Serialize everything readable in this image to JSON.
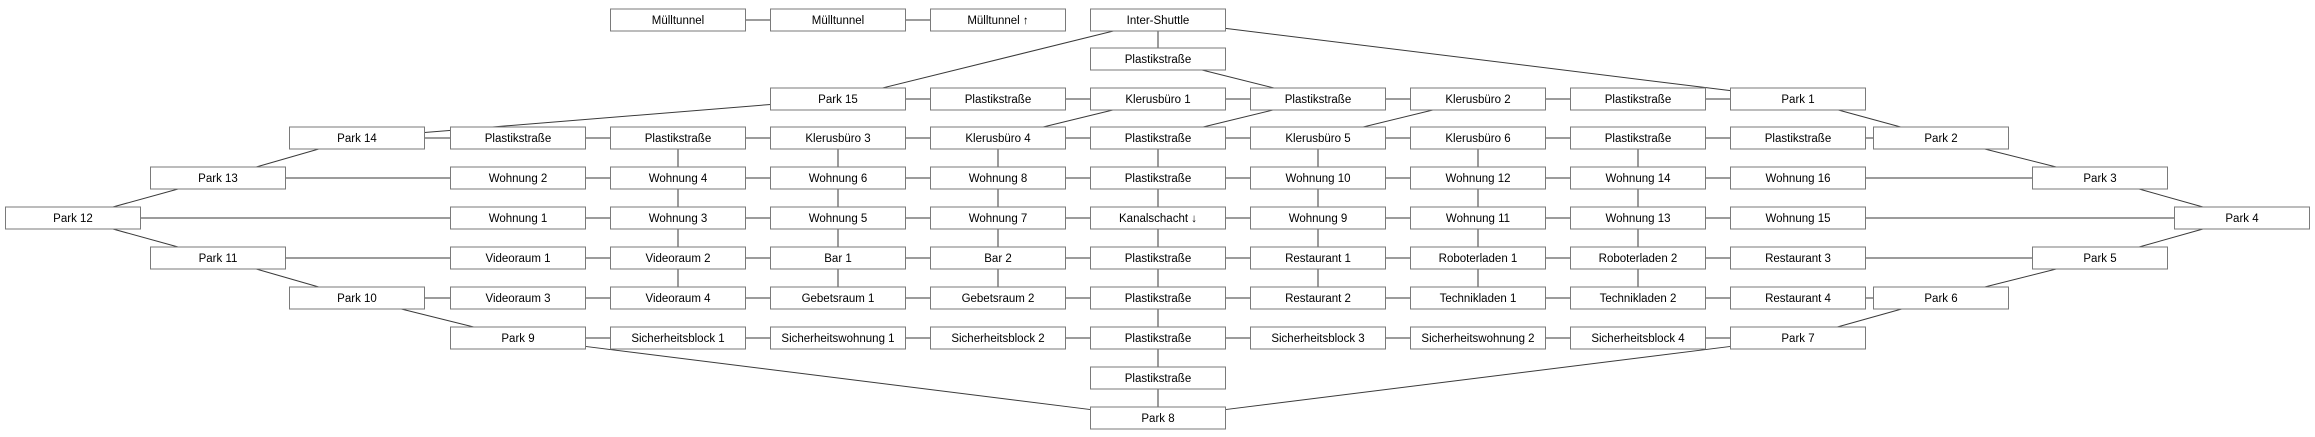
{
  "nodes": {
    "mt1": "Mülltunnel",
    "mt2": "Mülltunnel",
    "mt3": "Mülltunnel ↑",
    "inter": "Inter-Shuttle",
    "ps_top": "Plastikstraße",
    "park15": "Park 15",
    "r2c4": "Plastikstraße",
    "kb1": "Klerusbüro 1",
    "r2c6": "Plastikstraße",
    "kb2": "Klerusbüro 2",
    "r2c8": "Plastikstraße",
    "park1": "Park 1",
    "park14": "Park 14",
    "r3c2": "Plastikstraße",
    "r3c3": "Plastikstraße",
    "kb3": "Klerusbüro 3",
    "kb4": "Klerusbüro 4",
    "r3c6": "Plastikstraße",
    "kb5": "Klerusbüro 5",
    "kb6": "Klerusbüro 6",
    "r3c9": "Plastikstraße",
    "r3c10": "Plastikstraße",
    "park2": "Park 2",
    "park13": "Park 13",
    "w2": "Wohnung 2",
    "w4": "Wohnung 4",
    "w6": "Wohnung 6",
    "w8": "Wohnung 8",
    "r4c6": "Plastikstraße",
    "w10": "Wohnung 10",
    "w12": "Wohnung 12",
    "w14": "Wohnung 14",
    "w16": "Wohnung 16",
    "park3": "Park 3",
    "park12": "Park 12",
    "w1": "Wohnung 1",
    "w3": "Wohnung 3",
    "w5": "Wohnung 5",
    "w7": "Wohnung 7",
    "kanal": "Kanalschacht ↓",
    "w9": "Wohnung 9",
    "w11": "Wohnung 11",
    "w13": "Wohnung 13",
    "w15": "Wohnung 15",
    "park4": "Park 4",
    "park11": "Park 11",
    "vr1": "Videoraum 1",
    "vr2": "Videoraum 2",
    "bar1": "Bar 1",
    "bar2": "Bar 2",
    "r6c6": "Plastikstraße",
    "rest1": "Restaurant 1",
    "rl1": "Roboterladen 1",
    "rl2": "Roboterladen 2",
    "rest3": "Restaurant 3",
    "park5": "Park 5",
    "park10": "Park 10",
    "vr3": "Videoraum 3",
    "vr4": "Videoraum 4",
    "gr1": "Gebetsraum 1",
    "gr2": "Gebetsraum 2",
    "r7c6": "Plastikstraße",
    "rest2": "Restaurant 2",
    "tl1": "Technikladen 1",
    "tl2": "Technikladen 2",
    "rest4": "Restaurant 4",
    "park6": "Park 6",
    "park9": "Park 9",
    "sb1": "Sicherheitsblock 1",
    "sw1": "Sicherheitswohnung 1",
    "sb2": "Sicherheitsblock 2",
    "r8c6": "Plastikstraße",
    "sb3": "Sicherheitsblock 3",
    "sw2": "Sicherheitswohnung 2",
    "sb4": "Sicherheitsblock 4",
    "park7": "Park 7",
    "ps_bottom": "Plastikstraße",
    "park8": "Park 8"
  },
  "edges": [
    [
      "mt1",
      "mt2"
    ],
    [
      "mt2",
      "mt3"
    ],
    [
      "inter",
      "ps_top"
    ],
    [
      "inter",
      "park15"
    ],
    [
      "inter",
      "park1"
    ],
    [
      "ps_top",
      "r2c6"
    ],
    [
      "park15",
      "r2c4"
    ],
    [
      "r2c4",
      "kb1"
    ],
    [
      "kb1",
      "r2c6"
    ],
    [
      "r2c6",
      "kb2"
    ],
    [
      "kb2",
      "r2c8"
    ],
    [
      "r2c8",
      "park1"
    ],
    [
      "park15",
      "park14"
    ],
    [
      "park1",
      "park2"
    ],
    [
      "park14",
      "r3c2"
    ],
    [
      "r3c2",
      "r3c3"
    ],
    [
      "r3c3",
      "kb3"
    ],
    [
      "kb3",
      "kb4"
    ],
    [
      "kb4",
      "r3c6"
    ],
    [
      "r3c6",
      "kb5"
    ],
    [
      "kb5",
      "kb6"
    ],
    [
      "kb6",
      "r3c9"
    ],
    [
      "r3c9",
      "r3c10"
    ],
    [
      "r3c10",
      "park2"
    ],
    [
      "park14",
      "park13"
    ],
    [
      "park2",
      "park3"
    ],
    [
      "park13",
      "w2"
    ],
    [
      "w2",
      "w4"
    ],
    [
      "w4",
      "w6"
    ],
    [
      "w6",
      "w8"
    ],
    [
      "w8",
      "r4c6"
    ],
    [
      "r4c6",
      "w10"
    ],
    [
      "w10",
      "w12"
    ],
    [
      "w12",
      "w14"
    ],
    [
      "w14",
      "w16"
    ],
    [
      "w16",
      "park3"
    ],
    [
      "park13",
      "park12"
    ],
    [
      "park3",
      "park4"
    ],
    [
      "park12",
      "w1"
    ],
    [
      "w1",
      "w3"
    ],
    [
      "w3",
      "w5"
    ],
    [
      "w5",
      "w7"
    ],
    [
      "w7",
      "kanal"
    ],
    [
      "kanal",
      "w9"
    ],
    [
      "w9",
      "w11"
    ],
    [
      "w11",
      "w13"
    ],
    [
      "w13",
      "w15"
    ],
    [
      "w15",
      "park4"
    ],
    [
      "park12",
      "park11"
    ],
    [
      "park4",
      "park5"
    ],
    [
      "park11",
      "vr1"
    ],
    [
      "vr1",
      "vr2"
    ],
    [
      "vr2",
      "bar1"
    ],
    [
      "bar1",
      "bar2"
    ],
    [
      "bar2",
      "r6c6"
    ],
    [
      "r6c6",
      "rest1"
    ],
    [
      "rest1",
      "rl1"
    ],
    [
      "rl1",
      "rl2"
    ],
    [
      "rl2",
      "rest3"
    ],
    [
      "rest3",
      "park5"
    ],
    [
      "park11",
      "park10"
    ],
    [
      "park5",
      "park6"
    ],
    [
      "park10",
      "vr3"
    ],
    [
      "vr3",
      "vr4"
    ],
    [
      "vr4",
      "gr1"
    ],
    [
      "gr1",
      "gr2"
    ],
    [
      "gr2",
      "r7c6"
    ],
    [
      "r7c6",
      "rest2"
    ],
    [
      "rest2",
      "tl1"
    ],
    [
      "tl1",
      "tl2"
    ],
    [
      "tl2",
      "rest4"
    ],
    [
      "rest4",
      "park6"
    ],
    [
      "park10",
      "park9"
    ],
    [
      "park6",
      "park7"
    ],
    [
      "park9",
      "sb1"
    ],
    [
      "sb1",
      "sw1"
    ],
    [
      "sw1",
      "sb2"
    ],
    [
      "sb2",
      "r8c6"
    ],
    [
      "r8c6",
      "sb3"
    ],
    [
      "sb3",
      "sw2"
    ],
    [
      "sw2",
      "sb4"
    ],
    [
      "sb4",
      "park7"
    ],
    [
      "park9",
      "park8"
    ],
    [
      "park7",
      "park8"
    ],
    [
      "park8",
      "ps_bottom"
    ],
    [
      "r3c3",
      "w4"
    ],
    [
      "w4",
      "w3"
    ],
    [
      "w3",
      "vr2"
    ],
    [
      "vr2",
      "vr4"
    ],
    [
      "kb3",
      "w6"
    ],
    [
      "w6",
      "w5"
    ],
    [
      "w5",
      "bar1"
    ],
    [
      "bar1",
      "gr1"
    ],
    [
      "kb1",
      "kb4"
    ],
    [
      "kb4",
      "w8"
    ],
    [
      "w8",
      "w7"
    ],
    [
      "w7",
      "bar2"
    ],
    [
      "bar2",
      "gr2"
    ],
    [
      "r2c6",
      "r3c6"
    ],
    [
      "r3c6",
      "r4c6"
    ],
    [
      "r4c6",
      "kanal"
    ],
    [
      "kanal",
      "r6c6"
    ],
    [
      "r6c6",
      "r7c6"
    ],
    [
      "r7c6",
      "r8c6"
    ],
    [
      "r8c6",
      "ps_bottom"
    ],
    [
      "kb2",
      "kb5"
    ],
    [
      "kb5",
      "w10"
    ],
    [
      "w10",
      "w9"
    ],
    [
      "w9",
      "rest1"
    ],
    [
      "rest1",
      "rest2"
    ],
    [
      "kb6",
      "w12"
    ],
    [
      "w12",
      "w11"
    ],
    [
      "w11",
      "rl1"
    ],
    [
      "rl1",
      "tl1"
    ],
    [
      "r3c9",
      "w14"
    ],
    [
      "w14",
      "w13"
    ],
    [
      "w13",
      "rl2"
    ],
    [
      "rl2",
      "tl2"
    ]
  ]
}
